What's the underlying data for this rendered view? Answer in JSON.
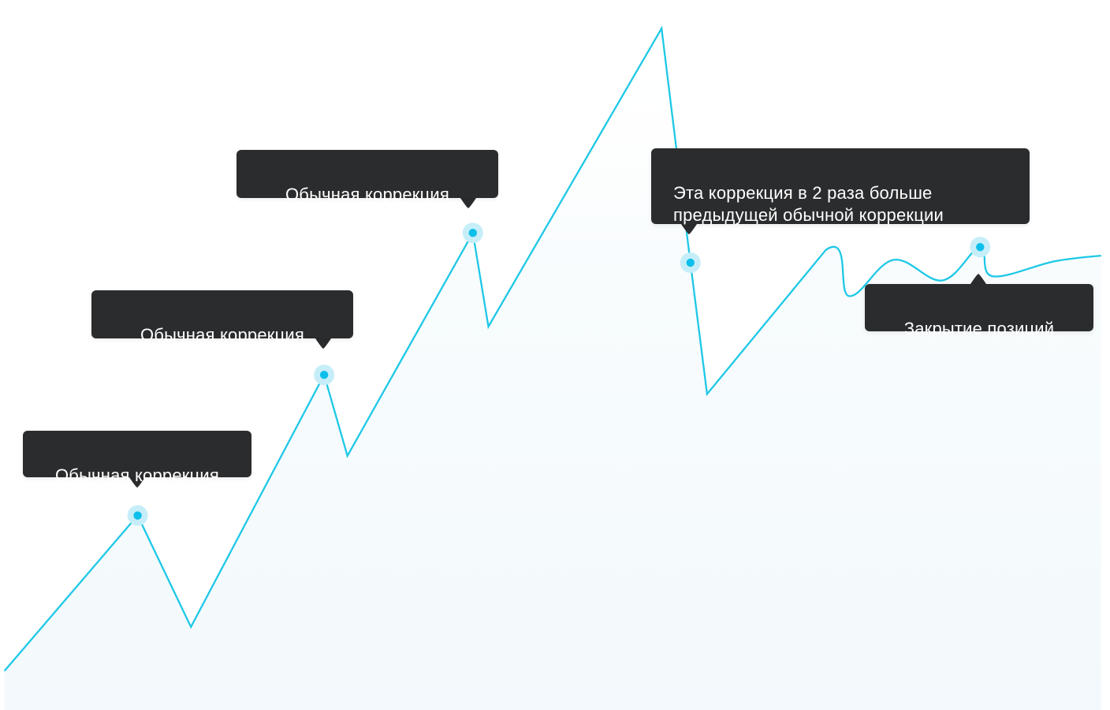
{
  "chart_data": {
    "type": "line",
    "title": "",
    "xlabel": "",
    "ylabel": "",
    "grid": false,
    "legend": "none",
    "colors": {
      "line": "#1ec8e6",
      "marker": "#0bbfea",
      "marker_halo": "#c6eef8",
      "area_fill": "#f6fbfd",
      "tooltip_bg": "#2b2c2e",
      "tooltip_text": "#ffffff"
    },
    "xlim": [
      0,
      100
    ],
    "ylim": [
      0,
      100
    ],
    "series": [
      {
        "values": [
          {
            "x": 0.4,
            "y": 5.5
          },
          {
            "x": 12.4,
            "y": 27.4
          },
          {
            "x": 17.2,
            "y": 11.7
          },
          {
            "x": 29.2,
            "y": 47.2
          },
          {
            "x": 31.3,
            "y": 35.8
          },
          {
            "x": 42.6,
            "y": 67.2
          },
          {
            "x": 44.0,
            "y": 54.0
          },
          {
            "x": 59.6,
            "y": 96.0
          },
          {
            "x": 62.2,
            "y": 63.0
          },
          {
            "x": 63.7,
            "y": 44.5
          },
          {
            "x": 74.4,
            "y": 64.8
          },
          {
            "x": 76.5,
            "y": 58.3
          },
          {
            "x": 80.5,
            "y": 63.4
          },
          {
            "x": 84.9,
            "y": 60.5
          },
          {
            "x": 88.3,
            "y": 65.2
          },
          {
            "x": 89.4,
            "y": 61.1
          },
          {
            "x": 95.0,
            "y": 63.2
          },
          {
            "x": 99.2,
            "y": 64.0
          }
        ]
      }
    ],
    "annotations": [
      {
        "x": 12.4,
        "y": 27.4,
        "text": "Обычная коррекция"
      },
      {
        "x": 29.2,
        "y": 47.2,
        "text": "Обычная коррекция"
      },
      {
        "x": 42.6,
        "y": 67.2,
        "text": "Обычная коррекция"
      },
      {
        "x": 62.2,
        "y": 63.0,
        "text": "Эта коррекция в 2 раза больше\nпредыдущей обычной коррекции"
      },
      {
        "x": 88.3,
        "y": 65.2,
        "text": "Закрытие позиций"
      }
    ]
  }
}
